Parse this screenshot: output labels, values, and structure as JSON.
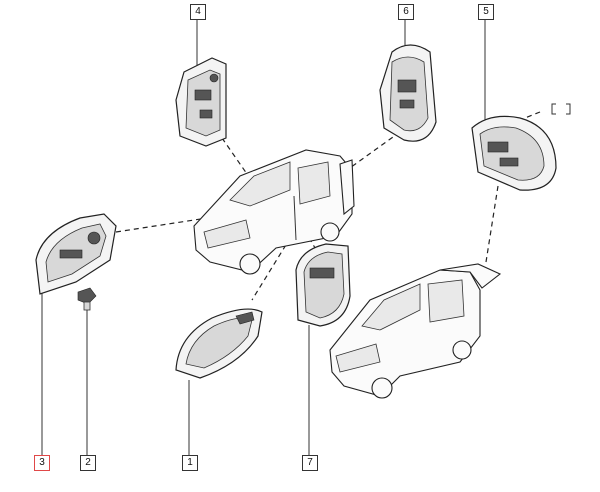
{
  "callouts": [
    {
      "id": "c1",
      "label": "1"
    },
    {
      "id": "c2",
      "label": "2"
    },
    {
      "id": "c3",
      "label": "3"
    },
    {
      "id": "c4",
      "label": "4"
    },
    {
      "id": "c5",
      "label": "5"
    },
    {
      "id": "c6",
      "label": "6"
    },
    {
      "id": "c7",
      "label": "7"
    }
  ],
  "colors": {
    "highlight_border": "#e04848",
    "line": "#333333"
  }
}
